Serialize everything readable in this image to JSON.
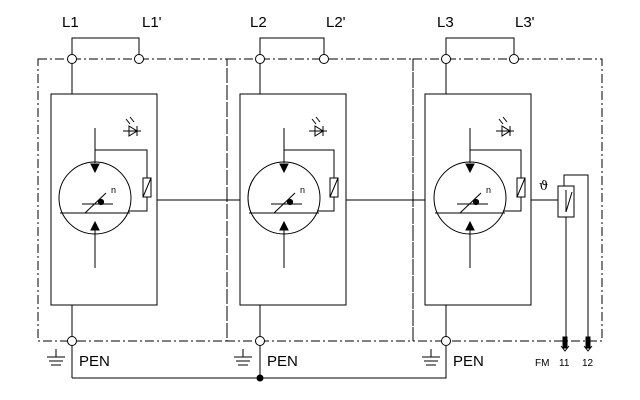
{
  "modules": [
    {
      "terminal_in": "L1",
      "terminal_out": "L1'",
      "pen_label": "PEN",
      "varistor_n": "n"
    },
    {
      "terminal_in": "L2",
      "terminal_out": "L2'",
      "pen_label": "PEN",
      "varistor_n": "n"
    },
    {
      "terminal_in": "L3",
      "terminal_out": "L3'",
      "pen_label": "PEN",
      "varistor_n": "n"
    }
  ],
  "remote_signal": {
    "label": "FM",
    "contact_a": "11",
    "contact_b": "12",
    "thermal_symbol": "ϑ"
  },
  "icons": [
    "led-indicator-icon",
    "varistor-icon",
    "ground-icon",
    "thermal-switch-icon"
  ]
}
